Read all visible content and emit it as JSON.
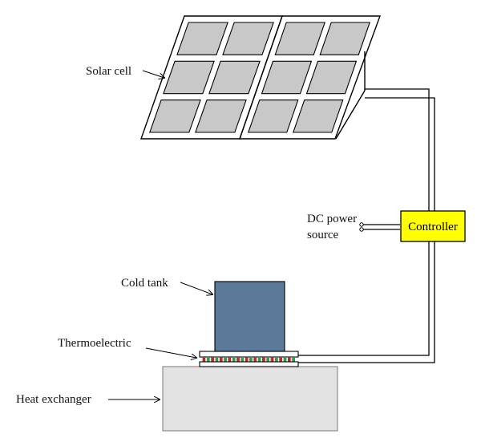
{
  "labels": {
    "solar_cell": "Solar cell",
    "dc_power_line1": "DC power",
    "dc_power_line2": "source",
    "controller": "Controller",
    "cold_tank": "Cold tank",
    "thermoelectric": "Thermoelectric",
    "heat_exchanger": "Heat exchanger"
  },
  "colors": {
    "panel_cell": "#c8c8c8",
    "controller": "#ffff00",
    "cold_tank": "#5b7a99",
    "heat_exchanger": "#e3e3e3",
    "te_red": "#c0262d",
    "te_green": "#2f9a4a",
    "wire": "#000000"
  }
}
